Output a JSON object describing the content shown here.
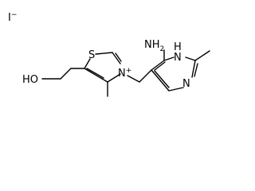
{
  "molecule": {
    "counterion": "I",
    "counterion_charge": "−",
    "atoms": {
      "hydroxyl": "HO",
      "thiazole_sulfur": "S",
      "thiazolium_nitrogen": "N",
      "thiazolium_charge": "+",
      "amino_group": "NH",
      "amino_subscript": "2",
      "pyrimidine_n1": "N",
      "pyrimidine_n1_h": "H",
      "pyrimidine_n3": "N"
    }
  }
}
